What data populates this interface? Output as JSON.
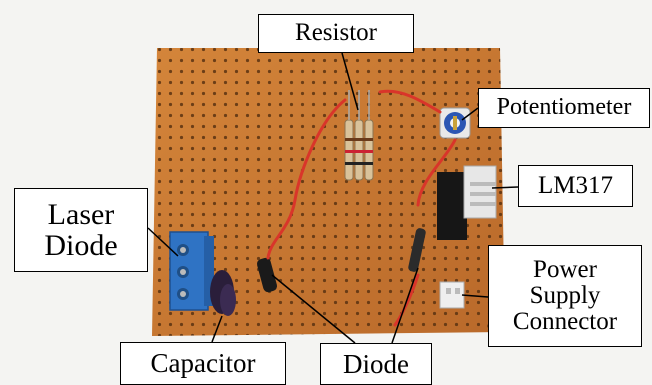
{
  "labels": {
    "resistor": "Resistor",
    "potentiometer": "Potentiometer",
    "lm317": "LM317",
    "laser_diode": "Laser\nDiode",
    "power_supply_connector": "Power\nSupply\nConnector",
    "capacitor": "Capacitor",
    "diode": "Diode"
  },
  "colors": {
    "board": "#c8782c",
    "wire": "#d9352a",
    "terminal_block": "#2f73c4",
    "background": "#f4f4f2"
  }
}
